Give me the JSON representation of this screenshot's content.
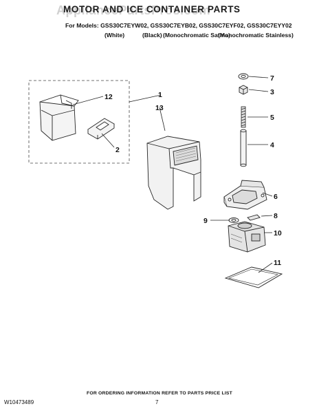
{
  "header": {
    "title": "MOTOR AND ICE CONTAINER PARTS",
    "watermark": "AppliancePartsPros.com",
    "models_line": "For Models: GSS30C7EYW02, GSS30C7EYB02, GSS30C7EYF02, GSS30C7EYY02",
    "colors": [
      "(White)",
      "(Black)",
      "(Monochromatic Satina)",
      "(Monochromatic Stainless)"
    ]
  },
  "callouts": [
    "1",
    "2",
    "3",
    "4",
    "5",
    "6",
    "7",
    "8",
    "9",
    "10",
    "11",
    "12",
    "13"
  ],
  "footer": {
    "note": "FOR ORDERING INFORMATION REFER TO PARTS PRICE LIST",
    "doc_number": "W10473489",
    "page": "7"
  }
}
